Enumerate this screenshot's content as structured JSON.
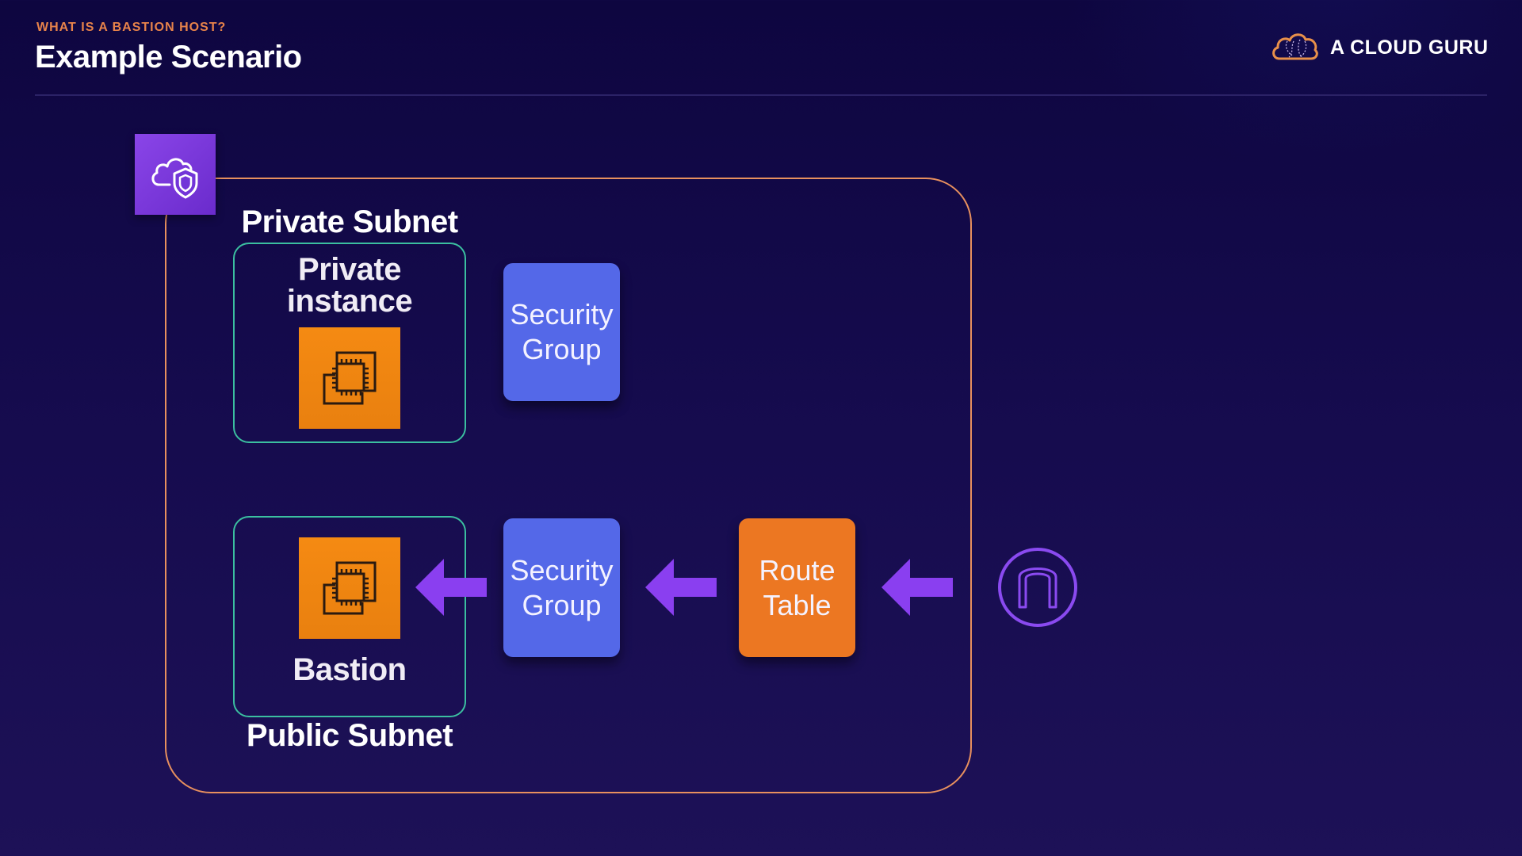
{
  "header": {
    "eyebrow": "WHAT IS A BASTION HOST?",
    "title": "Example Scenario"
  },
  "brand": {
    "name": "A CLOUD GURU",
    "logo_icon": "cloud-logo-icon",
    "logo_color": "#e8904a"
  },
  "diagram": {
    "vpc": {
      "icon": "vpc-cloud-shield-icon",
      "border_color": "#e8905e",
      "icon_color": "#7c3ae0"
    },
    "private_subnet": {
      "label": "Private Subnet",
      "instance_label_line1": "Private",
      "instance_label_line2": "instance",
      "instance_icon": "ec2-instance-icon",
      "security_group": {
        "line1": "Security",
        "line2": "Group"
      }
    },
    "public_subnet": {
      "label": "Public Subnet",
      "instance_label": "Bastion",
      "instance_icon": "ec2-instance-icon",
      "security_group": {
        "line1": "Security",
        "line2": "Group"
      }
    },
    "route_table": {
      "line1": "Route",
      "line2": "Table"
    },
    "internet_gateway": {
      "icon": "internet-gateway-icon"
    },
    "flow": [
      "Internet Gateway",
      "Route Table",
      "Security Group",
      "Bastion"
    ],
    "colors": {
      "security_group": "#5468e8",
      "route_table": "#ec7722",
      "ec2": "#f58a12",
      "subnet_border": "#3bbfa0",
      "arrow": "#8a3ff0"
    }
  }
}
